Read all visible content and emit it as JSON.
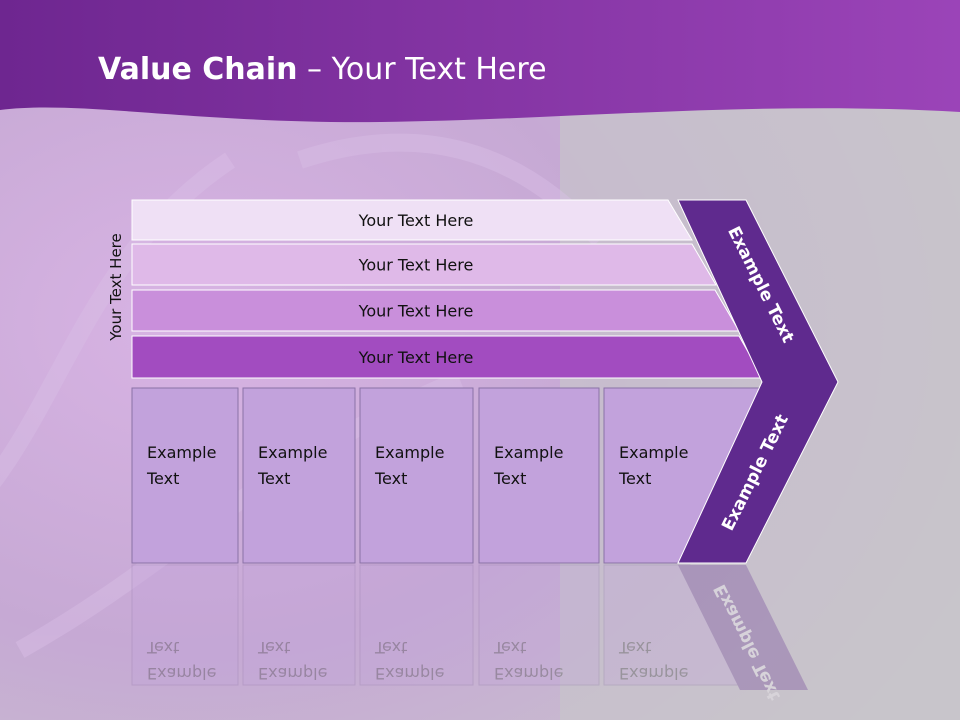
{
  "slide": {
    "title_bold": "Value Chain",
    "title_rest": " – Your Text Here"
  },
  "side_label": "Your Text Here",
  "support_rows": [
    {
      "label": "Your Text Here",
      "color": "#efe0f5"
    },
    {
      "label": "Your Text Here",
      "color": "#dfb9e8"
    },
    {
      "label": "Your Text Here",
      "color": "#c98fdb"
    },
    {
      "label": "Your Text Here",
      "color": "#a24cc0"
    }
  ],
  "primary_columns": [
    {
      "label": "Example Text"
    },
    {
      "label": "Example Text"
    },
    {
      "label": "Example Text"
    },
    {
      "label": "Example Text"
    },
    {
      "label": "Example Text"
    }
  ],
  "margin_labels": {
    "upper": "Example Text",
    "lower": "Example Text"
  },
  "colors": {
    "header": "#7a2a9a",
    "chevron": "#5f2a8e",
    "column_fill": "#c2a2dc",
    "column_stroke": "#8a72a6"
  }
}
